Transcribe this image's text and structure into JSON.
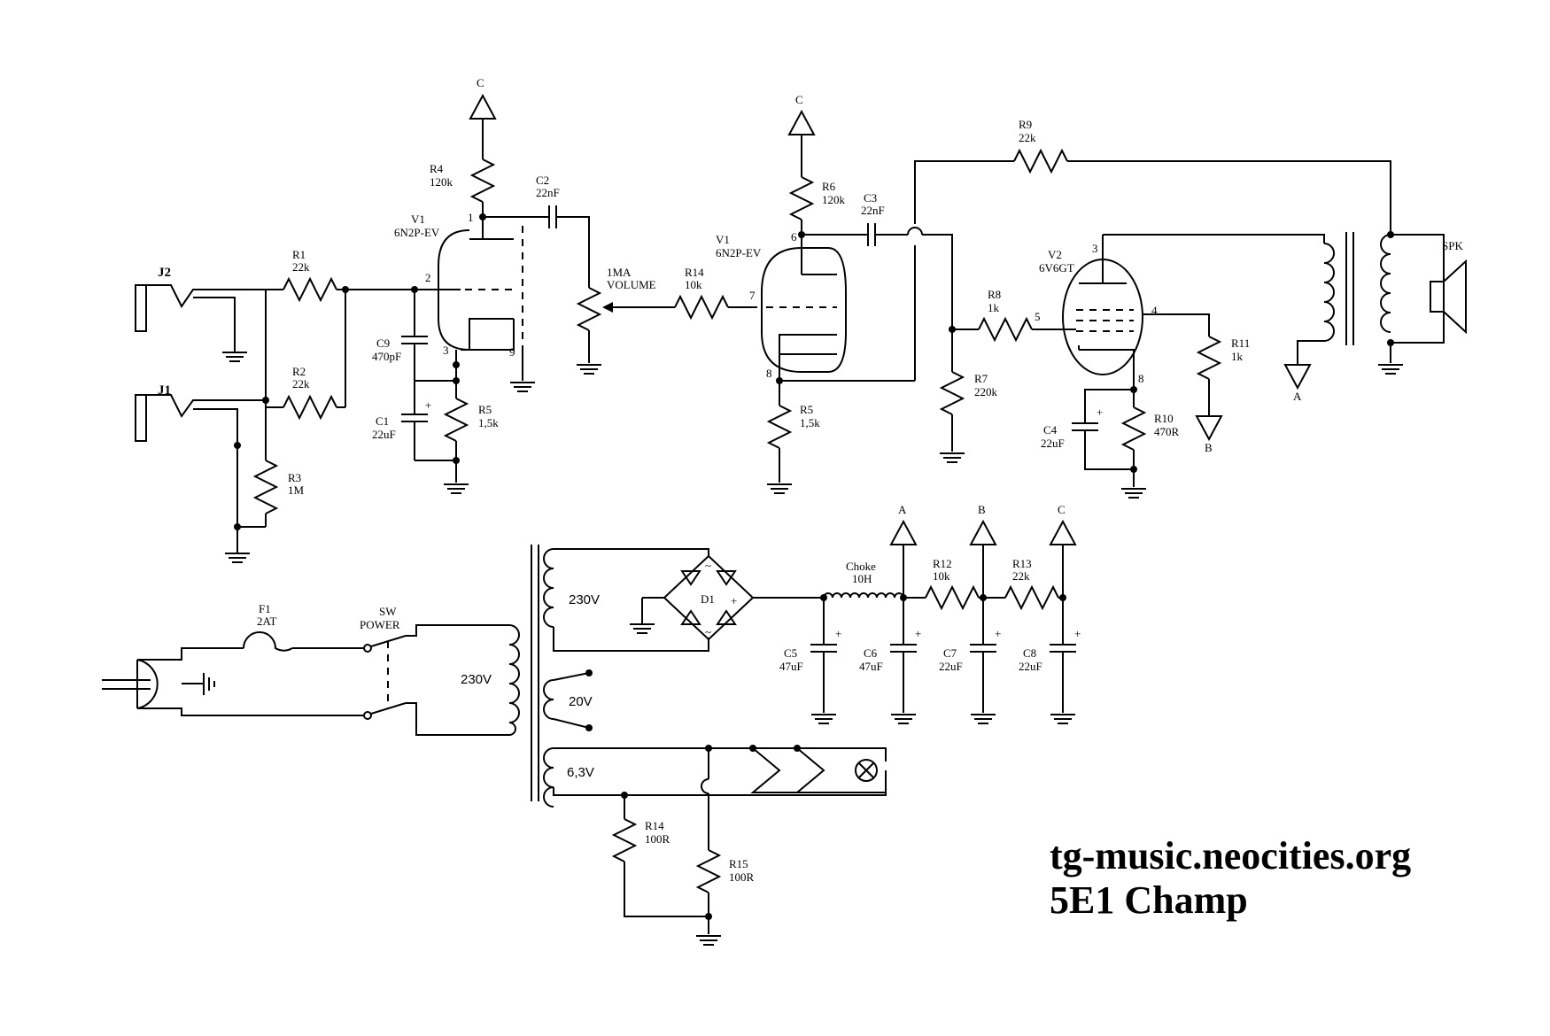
{
  "footer": {
    "site": "tg-music.neocities.org",
    "title": "5E1 Champ"
  },
  "labels": {
    "j2": "J2",
    "j1": "J1",
    "r1_name": "R1",
    "r1_val": "22k",
    "r2_name": "R2",
    "r2_val": "22k",
    "r3_name": "R3",
    "r3_val": "1M",
    "r4_name": "R4",
    "r4_val": "120k",
    "r5a_name": "R5",
    "r5a_val": "1,5k",
    "r5b_name": "R5",
    "r5b_val": "1,5k",
    "r6_name": "R6",
    "r6_val": "120k",
    "r7_name": "R7",
    "r7_val": "220k",
    "r8_name": "R8",
    "r8_val": "1k",
    "r9_name": "R9",
    "r9_val": "22k",
    "r10_name": "R10",
    "r10_val": "470R",
    "r11_name": "R11",
    "r11_val": "1k",
    "r12_name": "R12",
    "r12_val": "10k",
    "r13_name": "R13",
    "r13_val": "22k",
    "r14a_name": "R14",
    "r14a_val": "10k",
    "r14b_name": "R14",
    "r14b_val": "100R",
    "r15_name": "R15",
    "r15_val": "100R",
    "c1_name": "C1",
    "c1_val": "22uF",
    "c2_name": "C2",
    "c2_val": "22nF",
    "c3_name": "C3",
    "c3_val": "22nF",
    "c4_name": "C4",
    "c4_val": "22uF",
    "c5_name": "C5",
    "c5_val": "47uF",
    "c6_name": "C6",
    "c6_val": "47uF",
    "c7_name": "C7",
    "c7_val": "22uF",
    "c8_name": "C8",
    "c8_val": "22uF",
    "c9_name": "C9",
    "c9_val": "470pF",
    "v1a_name": "V1",
    "v1a_type": "6N2P-EV",
    "v1b_name": "V1",
    "v1b_type": "6N2P-EV",
    "v2_name": "V2",
    "v2_type": "6V6GT",
    "vol_val": "1MA",
    "vol_name": "VOLUME",
    "spk": "SPK",
    "choke_name": "Choke",
    "choke_val": "10H",
    "d1": "D1",
    "f1_name": "F1",
    "f1_val": "2AT",
    "sw_name": "SW",
    "sw_val": "POWER",
    "pt_primary": "230V",
    "pt_secondary_hv": "230V",
    "pt_secondary_20": "20V",
    "pt_secondary_heater": "6,3V",
    "rail_a": "A",
    "rail_b": "B",
    "rail_c": "C",
    "pin_1": "1",
    "pin_2": "2",
    "pin_3": "3",
    "pin_9": "9",
    "pin_6": "6",
    "pin_7": "7",
    "pin_8a": "8",
    "pin_3b": "3",
    "pin_4": "4",
    "pin_5": "5",
    "pin_8b": "8",
    "plus": "+",
    "tilde": "~"
  }
}
